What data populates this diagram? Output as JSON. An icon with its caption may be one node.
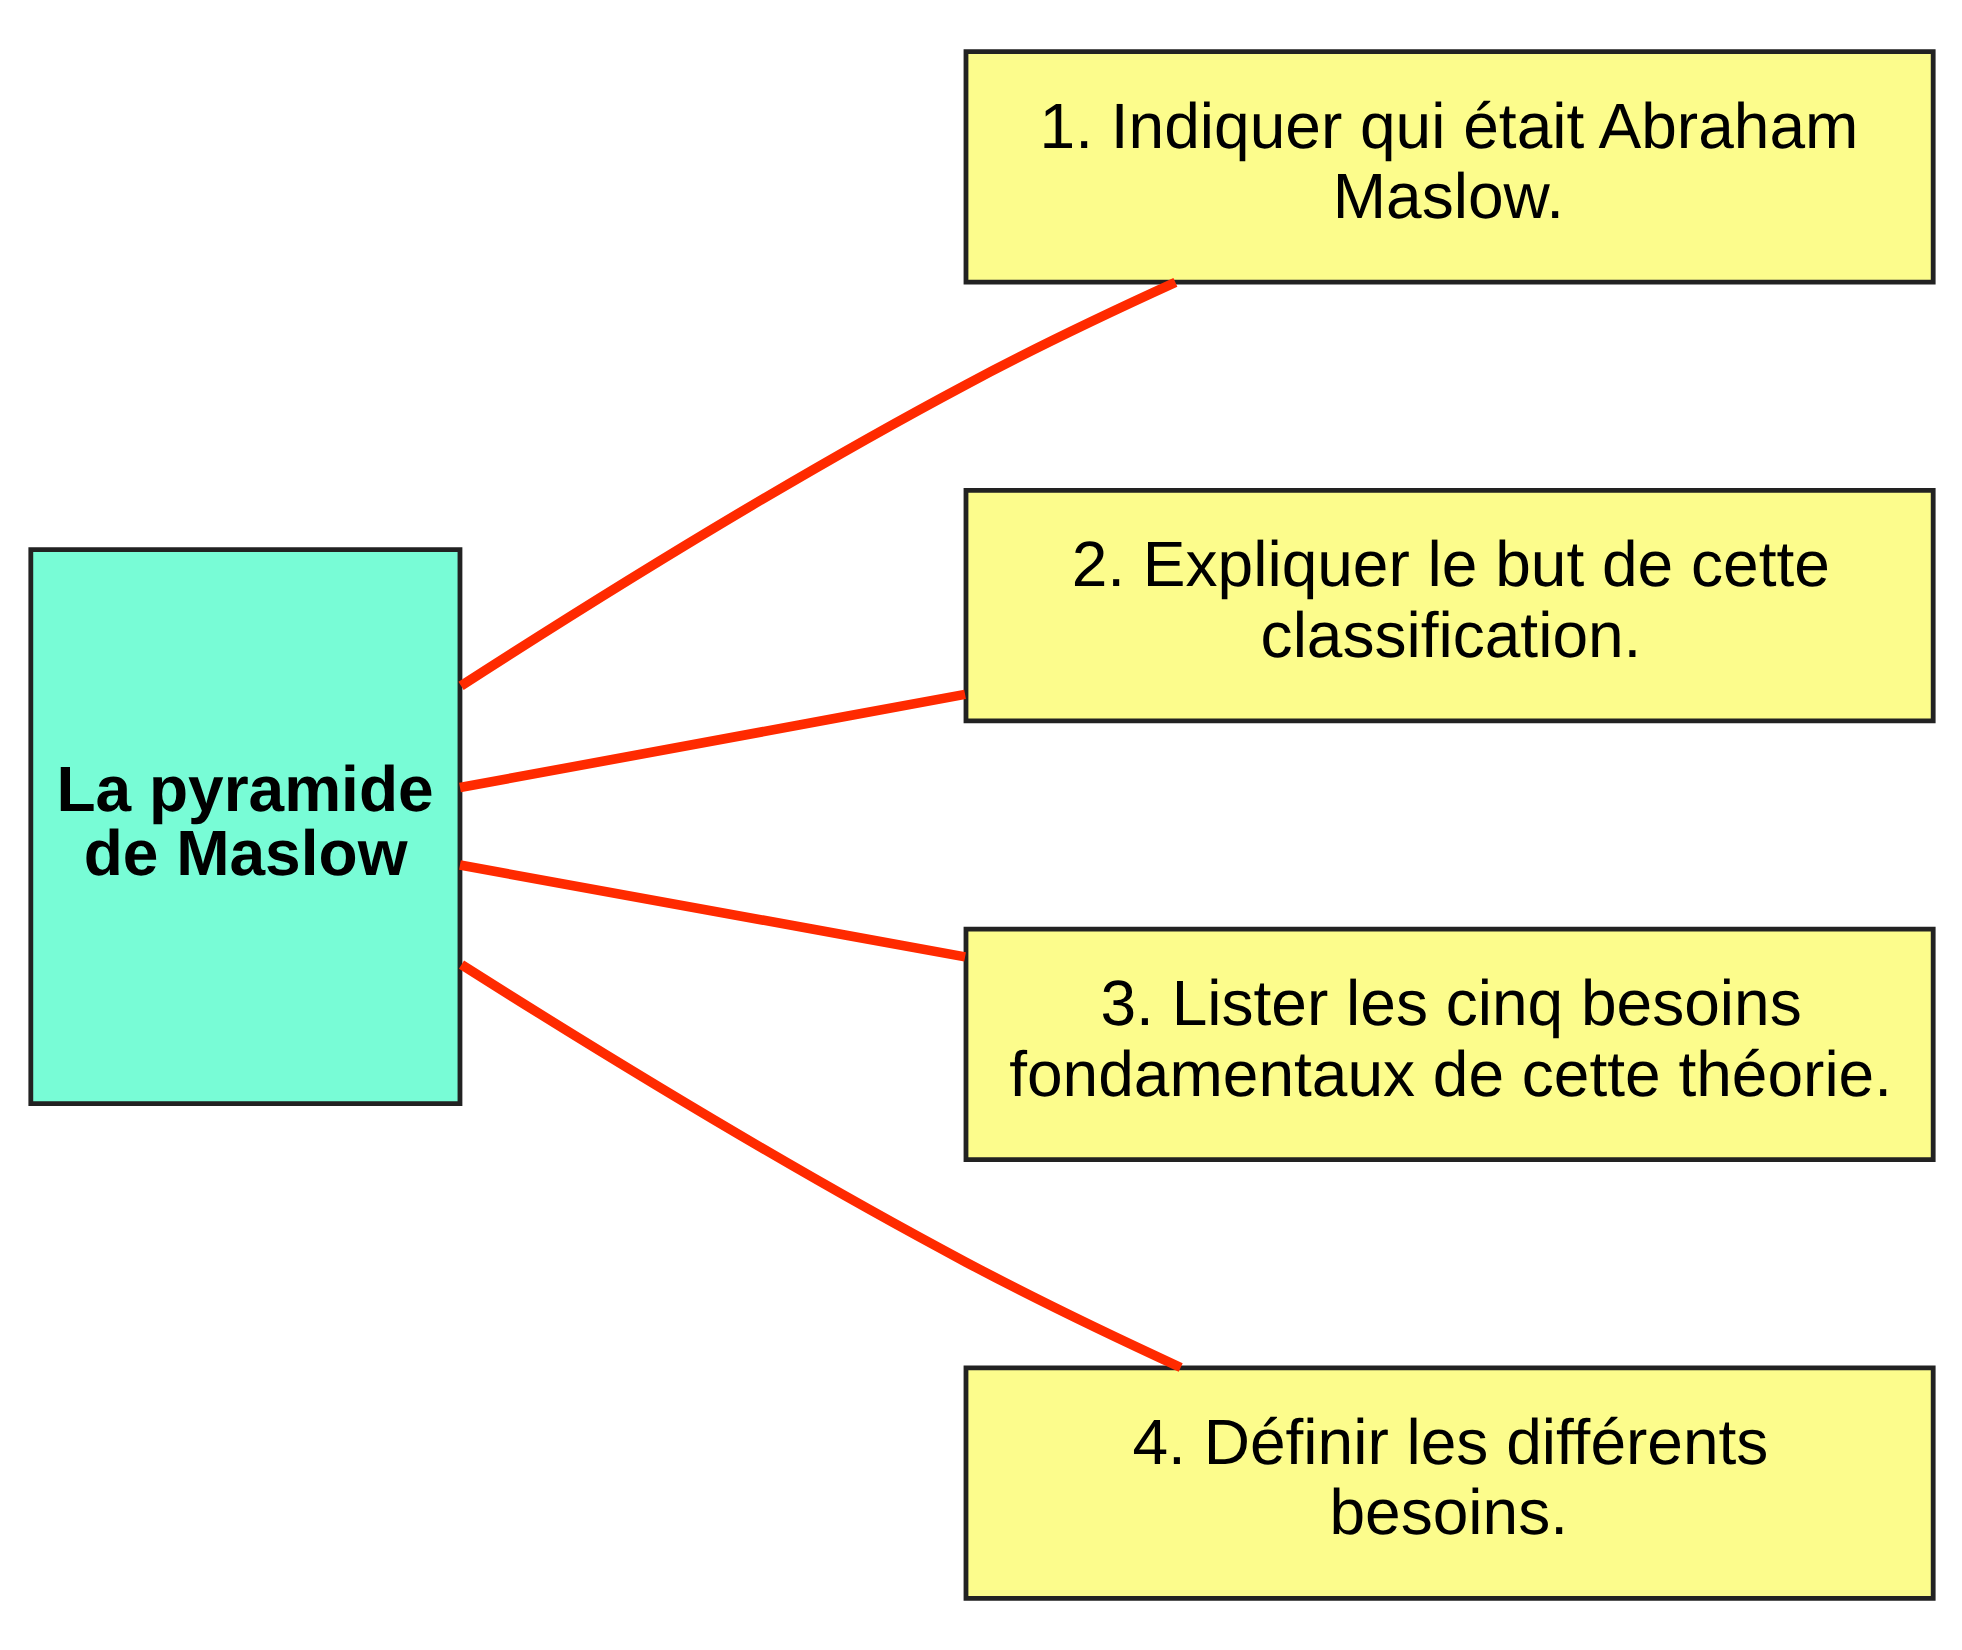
{
  "diagram": {
    "nodes": [
      {
        "text": [
          "La pyramide de Maslow"
        ]
      },
      {
        "text": [
          "1. Indiquer qui était Abraham Maslow."
        ]
      },
      {
        "text": [
          "2. Expliquer le but de cette classification."
        ]
      },
      {
        "text": [
          "3. Lister les cinq besoins fondamentaux de cette théorie."
        ]
      },
      {
        "text": [
          "4. Définir les différents besoins."
        ]
      }
    ],
    "edges": [
      {
        "from": 0,
        "to": 1,
        "arrow": "none"
      },
      {
        "from": 0,
        "to": 2,
        "arrow": "none"
      },
      {
        "from": 0,
        "to": 3,
        "arrow": "none"
      },
      {
        "from": 0,
        "to": 4,
        "arrow": "none"
      }
    ]
  }
}
